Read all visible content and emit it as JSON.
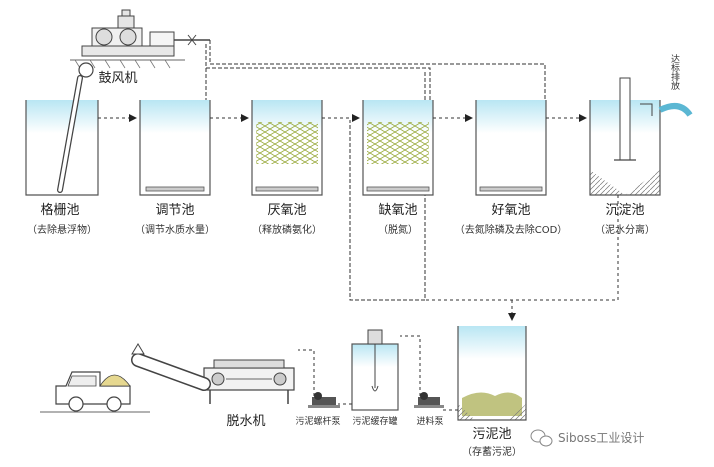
{
  "blower": {
    "label": "鼓风机"
  },
  "discharge": {
    "label": "达标排放",
    "color": "#5bb7d3"
  },
  "tanks": [
    {
      "name": "格栅池",
      "desc": "（去除悬浮物）"
    },
    {
      "name": "调节池",
      "desc": "（调节水质水量）"
    },
    {
      "name": "厌氧池",
      "desc": "（释放磷氨化）"
    },
    {
      "name": "缺氧池",
      "desc": "（脱氮）"
    },
    {
      "name": "好氧池",
      "desc": "（去氮除磷及去除COD）"
    },
    {
      "name": "沉淀池",
      "desc": "（泥水分离）"
    }
  ],
  "sludge_line": {
    "sludge_tank": {
      "name": "污泥池",
      "desc": "（存蓄污泥）"
    },
    "feed_pump": "进料泵",
    "buffer_tank": "污泥缓存罐",
    "screw_pump": "污泥螺杆泵",
    "dewaterer": "脱水机"
  },
  "watermark": {
    "text": "Siboss工业设计",
    "icon": "wechat-icon"
  },
  "colors": {
    "water": "#c8ecf4",
    "water_surface": "#a9dff0",
    "media": "#b8c86a",
    "sludge": "#b5b96a"
  }
}
